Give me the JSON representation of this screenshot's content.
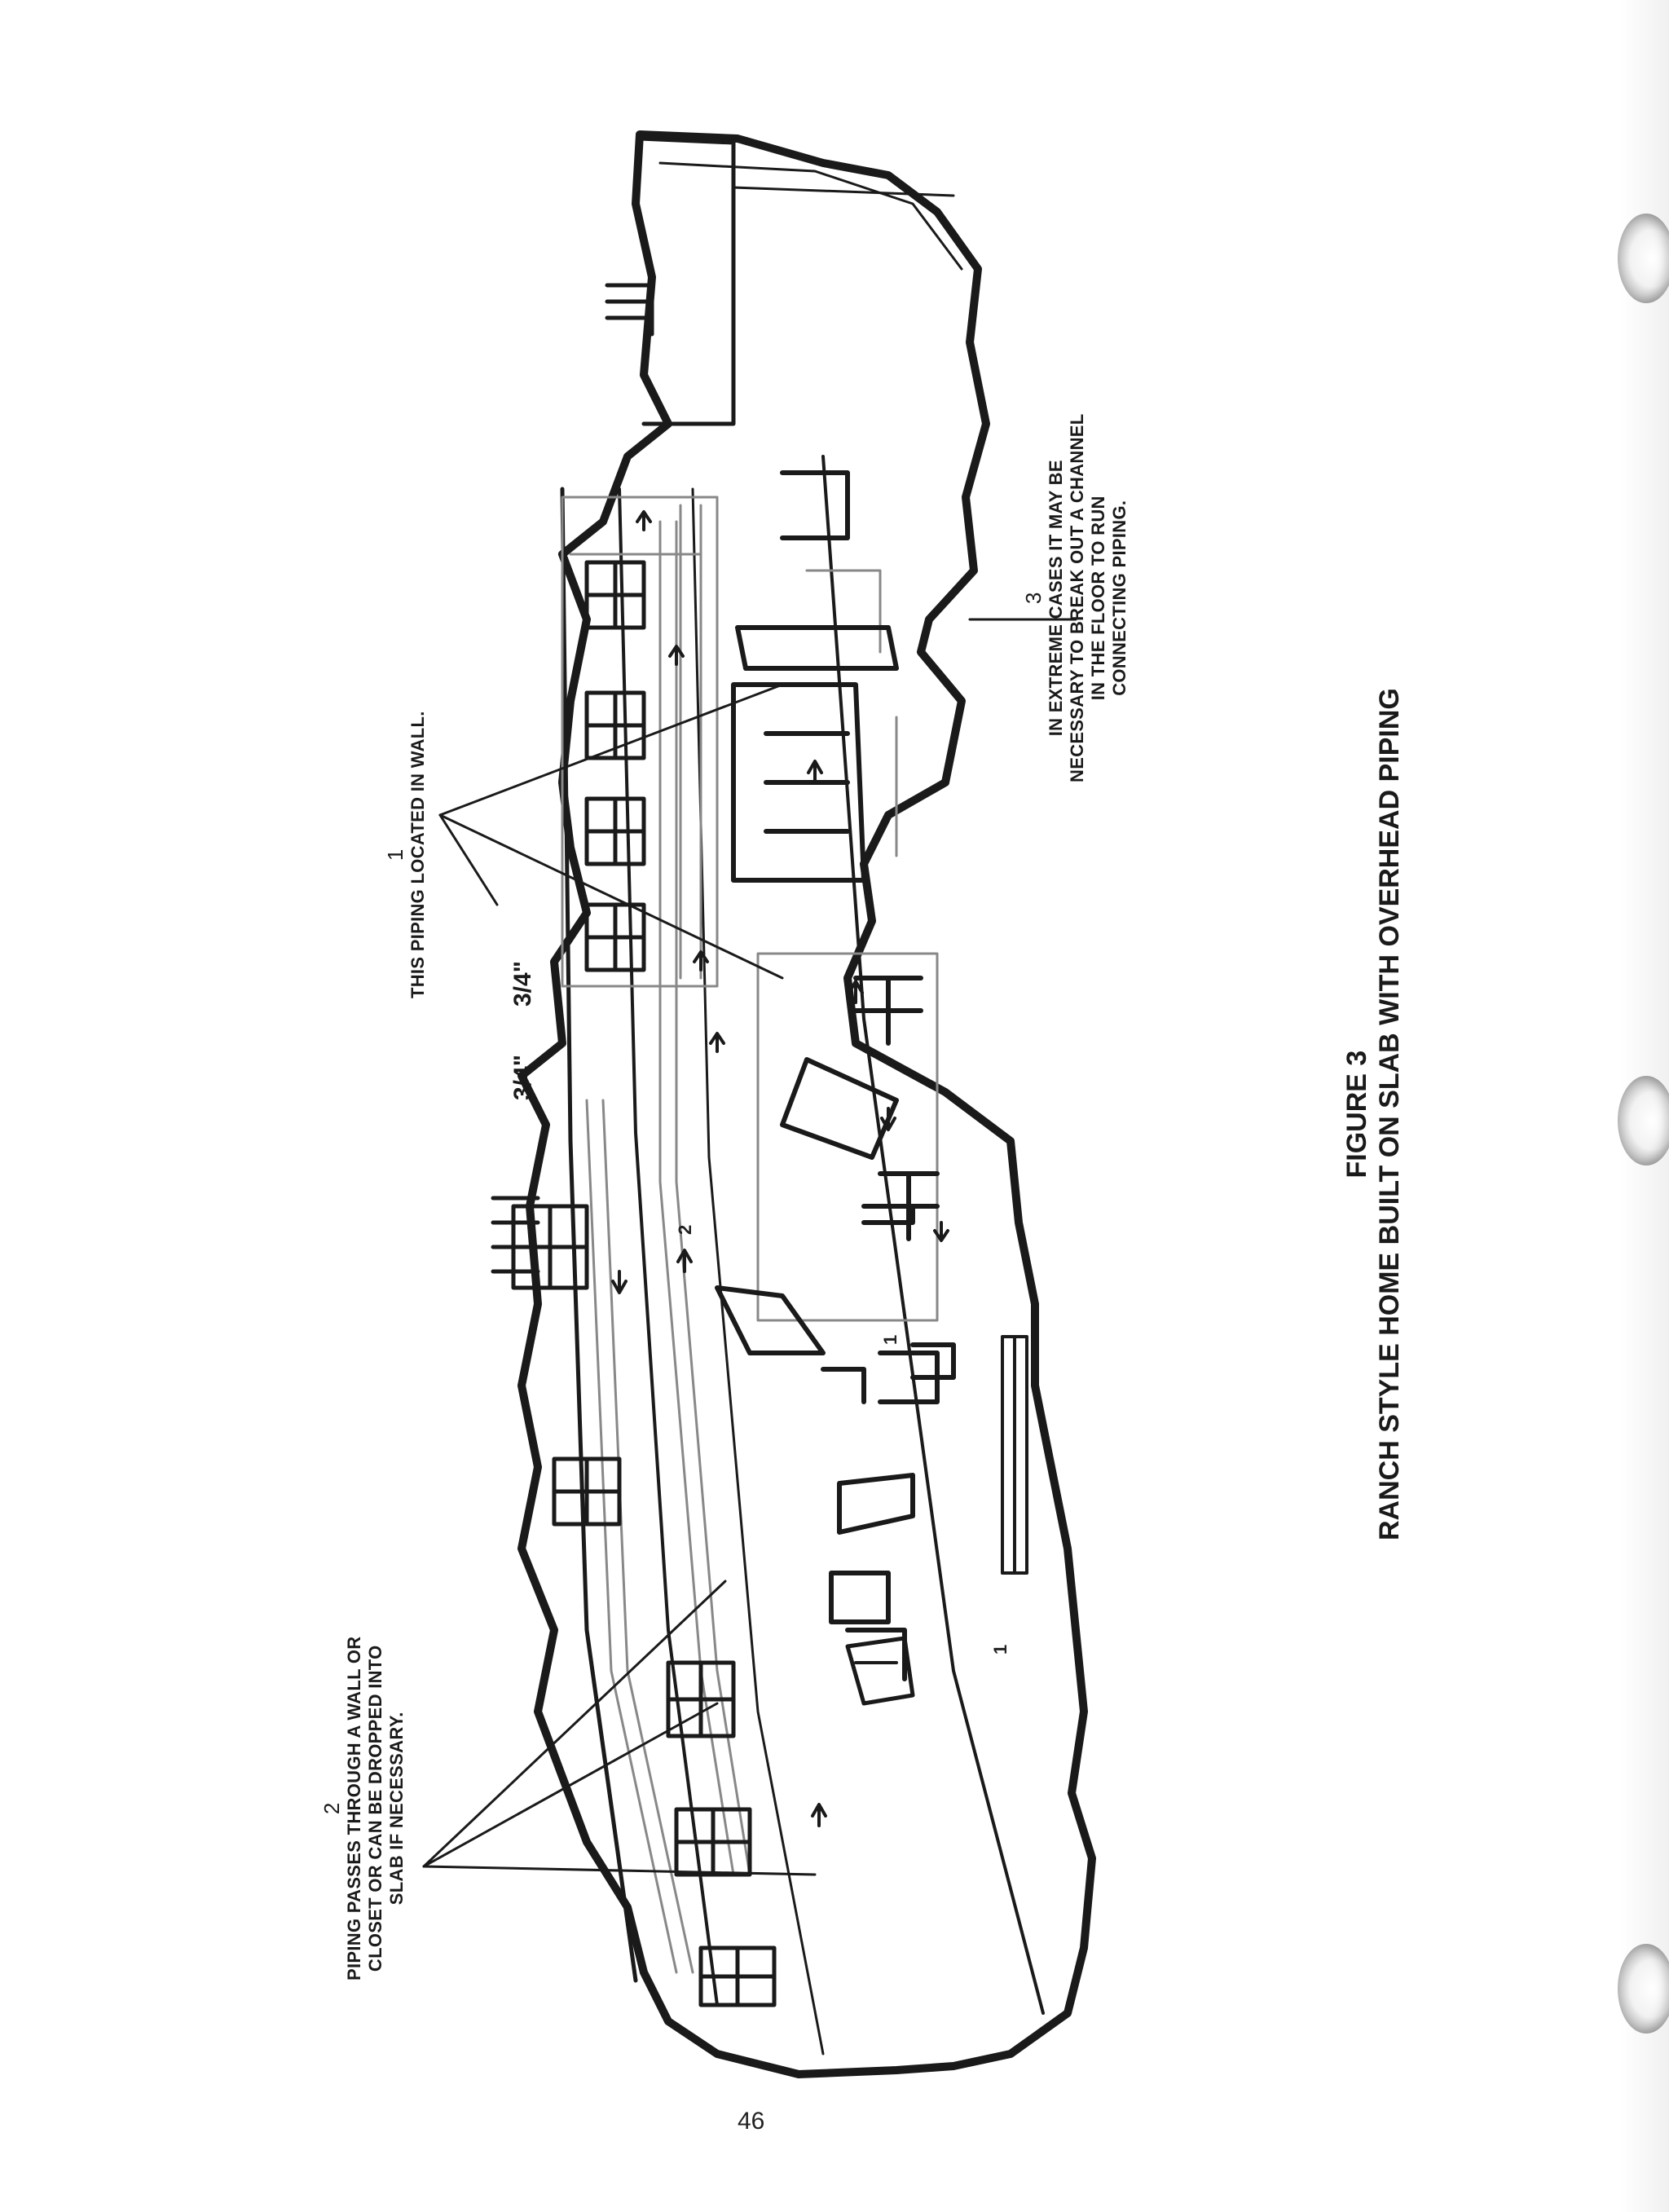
{
  "figure": {
    "number_label": "FIGURE 3",
    "caption": "RANCH STYLE HOME BUILT ON SLAB WITH OVERHEAD PIPING"
  },
  "callouts": [
    {
      "number": "1",
      "text": [
        "THIS PIPING LOCATED IN WALL."
      ]
    },
    {
      "number": "2",
      "text": [
        "PIPING PASSES THROUGH A WALL OR",
        "CLOSET OR CAN BE DROPPED INTO",
        "SLAB IF NECESSARY."
      ]
    },
    {
      "number": "3",
      "text": [
        "IN EXTREME CASES IT MAY BE",
        "NECESSARY TO BREAK OUT A CHANNEL",
        "IN THE FLOOR TO RUN",
        "CONNECTING PIPING."
      ]
    }
  ],
  "pipe_sizes": [
    "3/4\"",
    "3/4\""
  ],
  "markers": {
    "room_1a": "1",
    "room_1b": "1",
    "room_2": "2"
  },
  "page_number": "46"
}
